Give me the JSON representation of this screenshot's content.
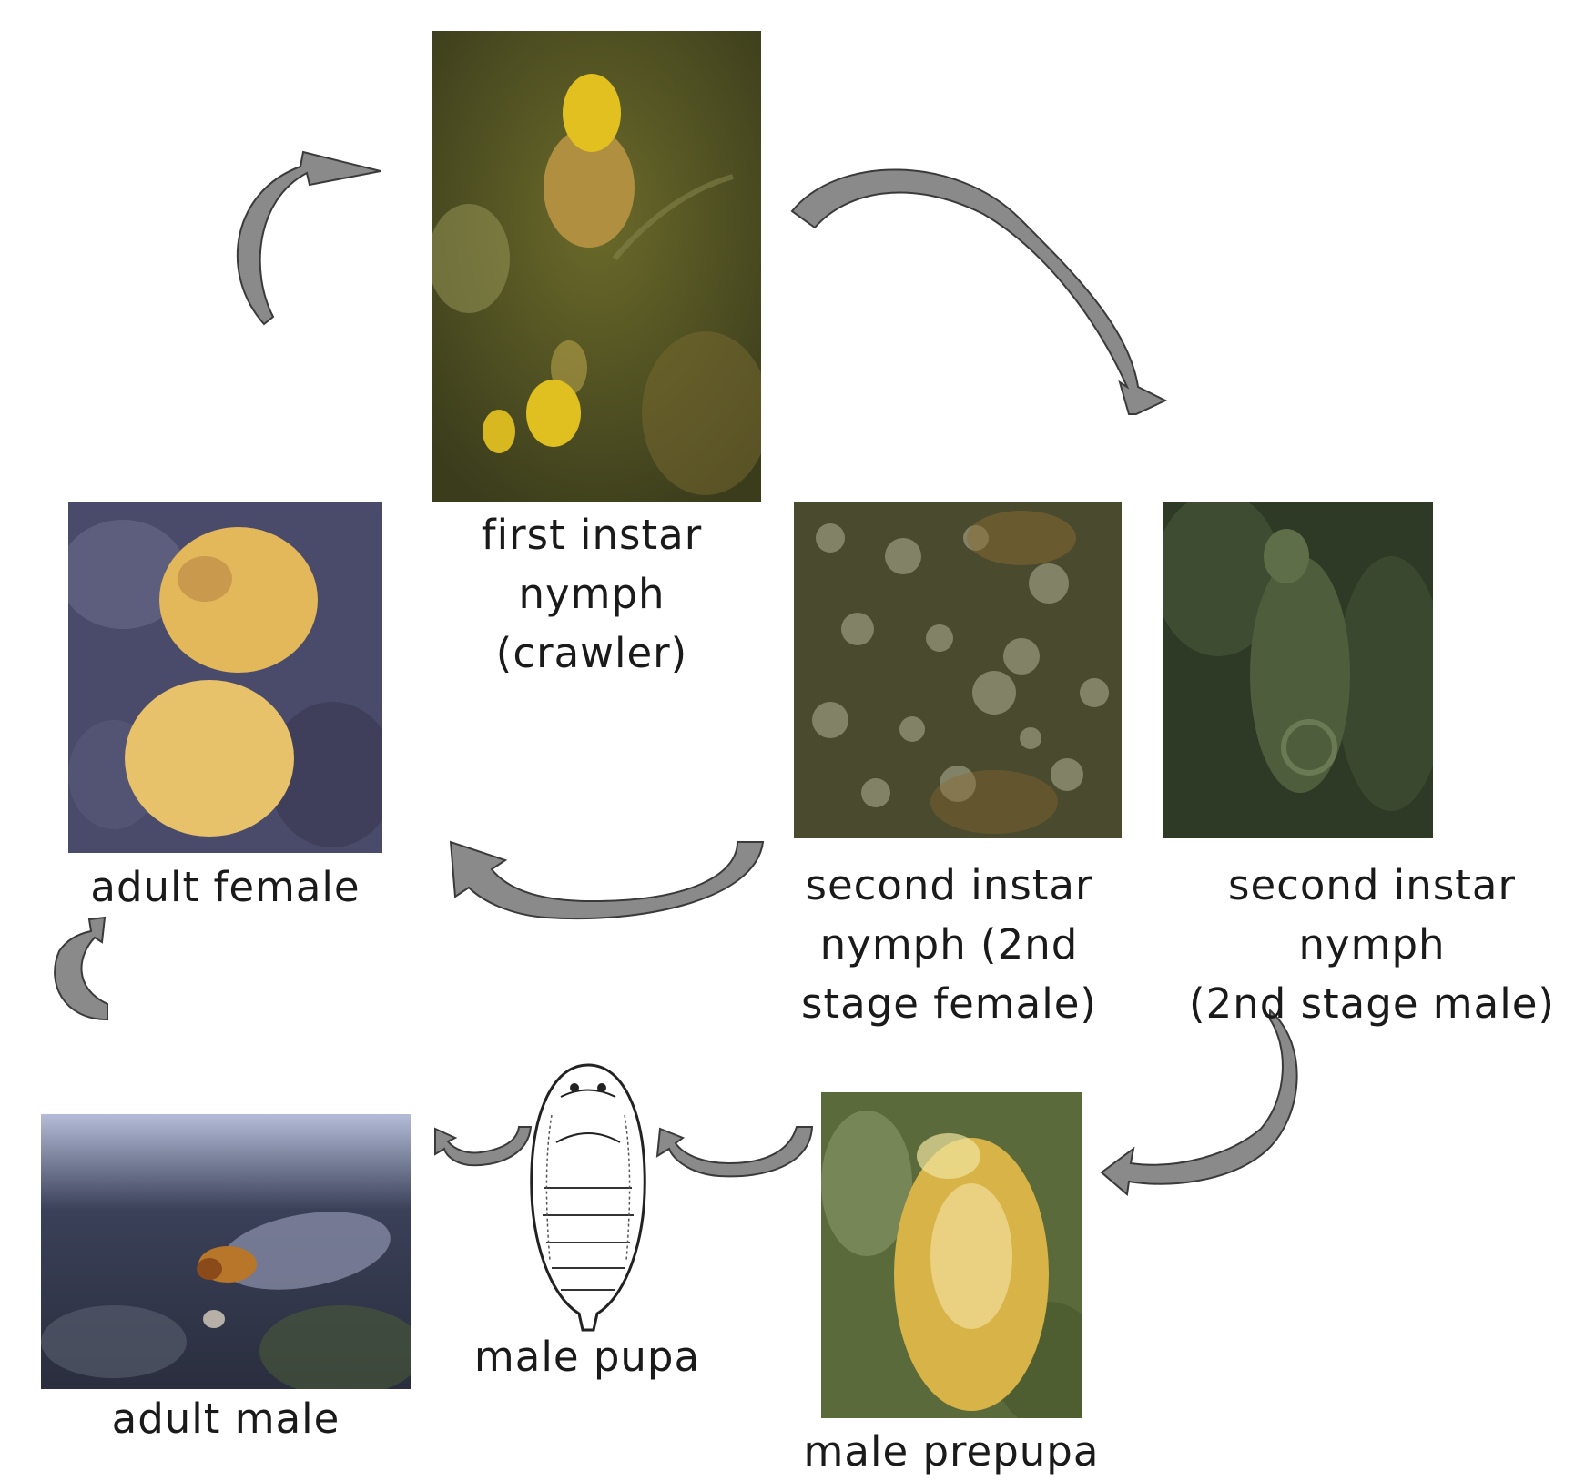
{
  "stages": {
    "first_instar": {
      "line1": "first instar",
      "line2": "nymph",
      "line3": "(crawler)"
    },
    "second_female": {
      "line1": "second instar",
      "line2": "nymph (2nd",
      "line3": "stage female)"
    },
    "second_male": {
      "line1": "second instar nymph",
      "line2": "(2nd stage male)"
    },
    "adult_female": {
      "line1": "adult female"
    },
    "male_prepupa": {
      "line1": "male prepupa"
    },
    "male_pupa": {
      "line1": "male pupa"
    },
    "adult_male": {
      "line1": "adult male"
    }
  },
  "colors": {
    "arrow_fill": "#8a8a8a",
    "arrow_outline": "#3a3a3a",
    "label_text": "#1a1a1a"
  }
}
